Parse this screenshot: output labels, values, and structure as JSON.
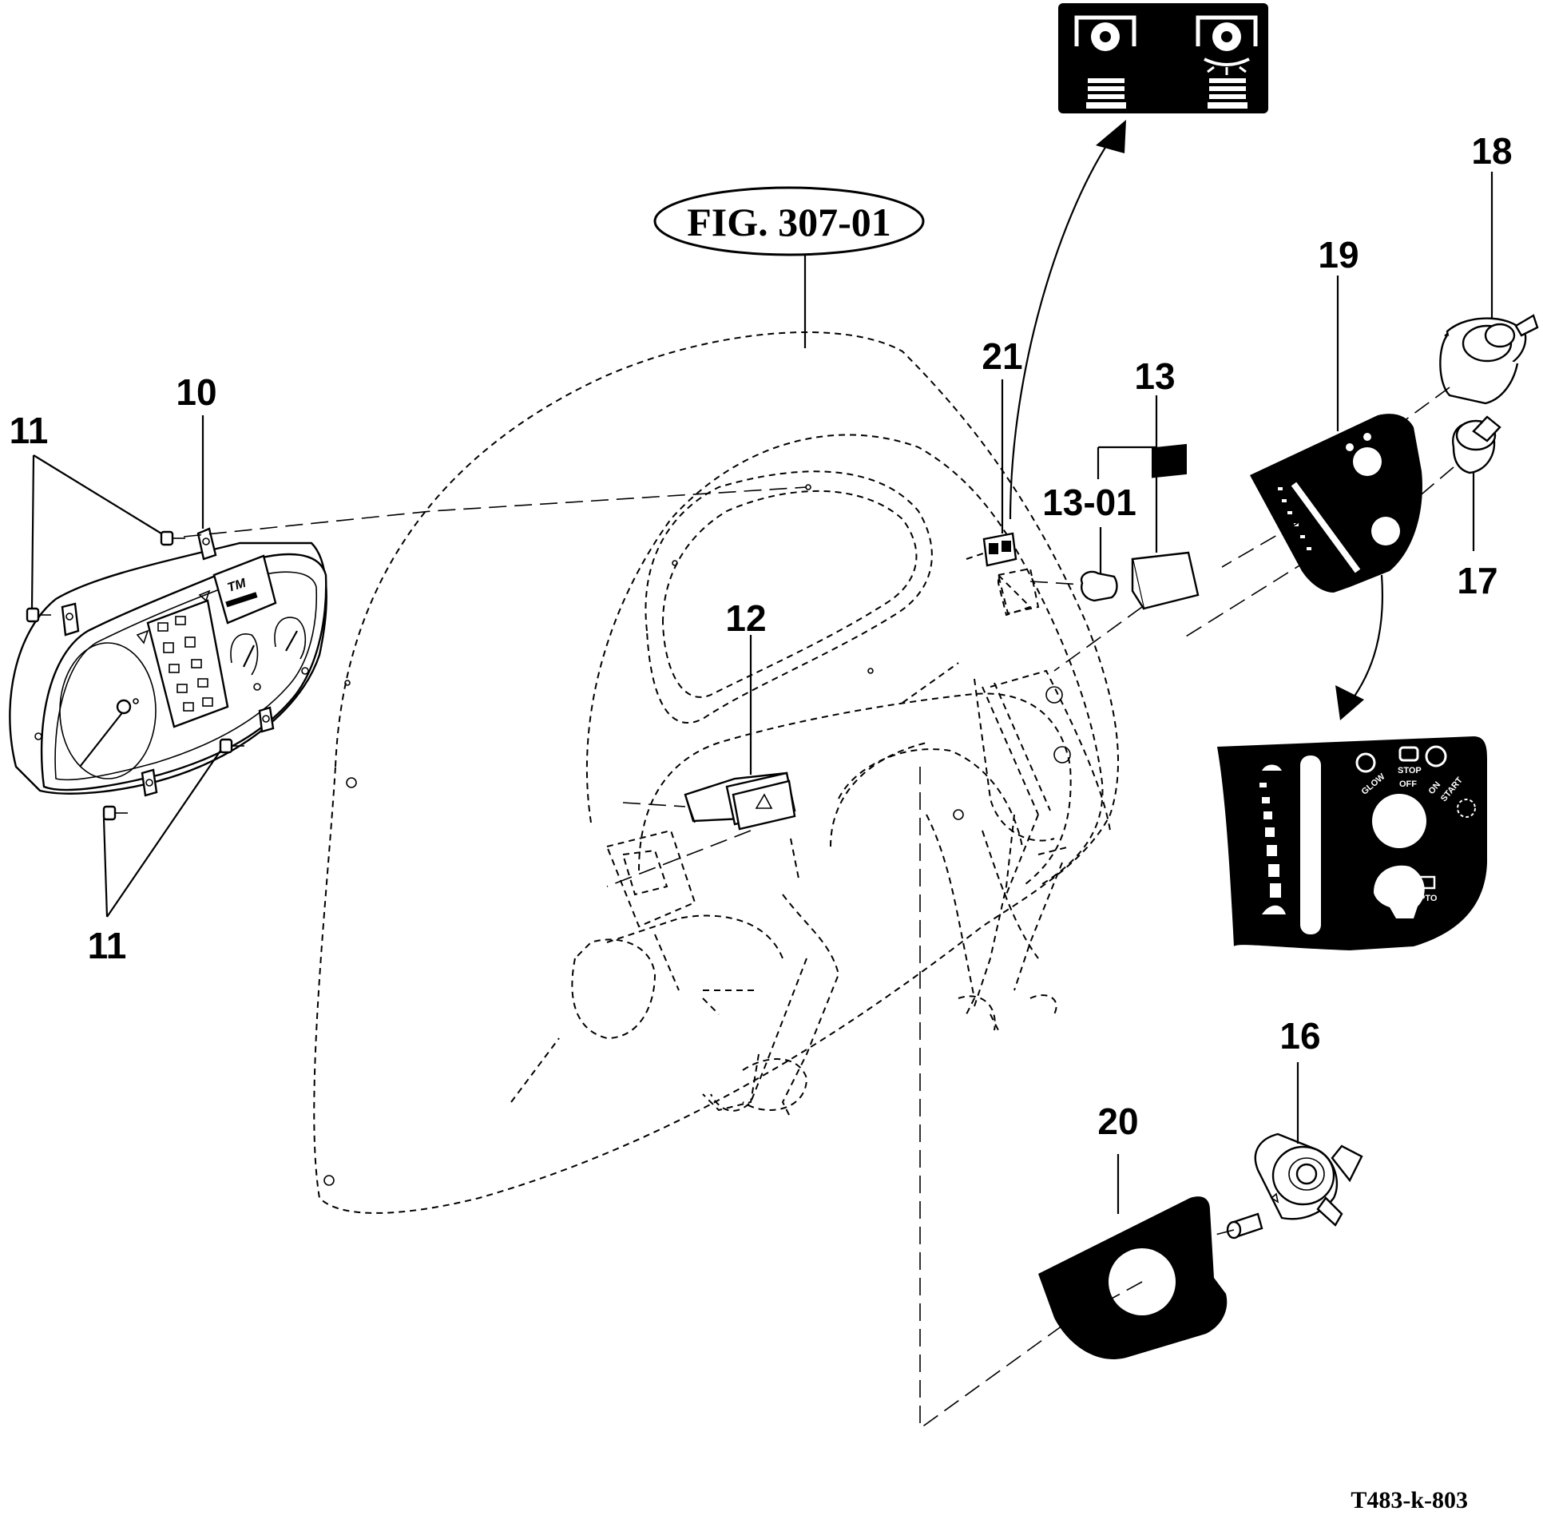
{
  "figure_reference": "FIG. 307-01",
  "drawing_number": "T483-k-803",
  "callouts": {
    "c10": "10",
    "c11_top": "11",
    "c11_bottom": "11",
    "c12": "12",
    "c13": "13",
    "c13_01": "13-01",
    "c16": "16",
    "c17": "17",
    "c18": "18",
    "c19": "19",
    "c20": "20",
    "c21": "21"
  },
  "decal_19_detail": {
    "glow_label": "GLOW",
    "stop_label": "STOP",
    "off_label": "OFF",
    "on_label": "ON",
    "start_label": "START",
    "pto_label": "PTO"
  },
  "cluster_logo": "TM"
}
